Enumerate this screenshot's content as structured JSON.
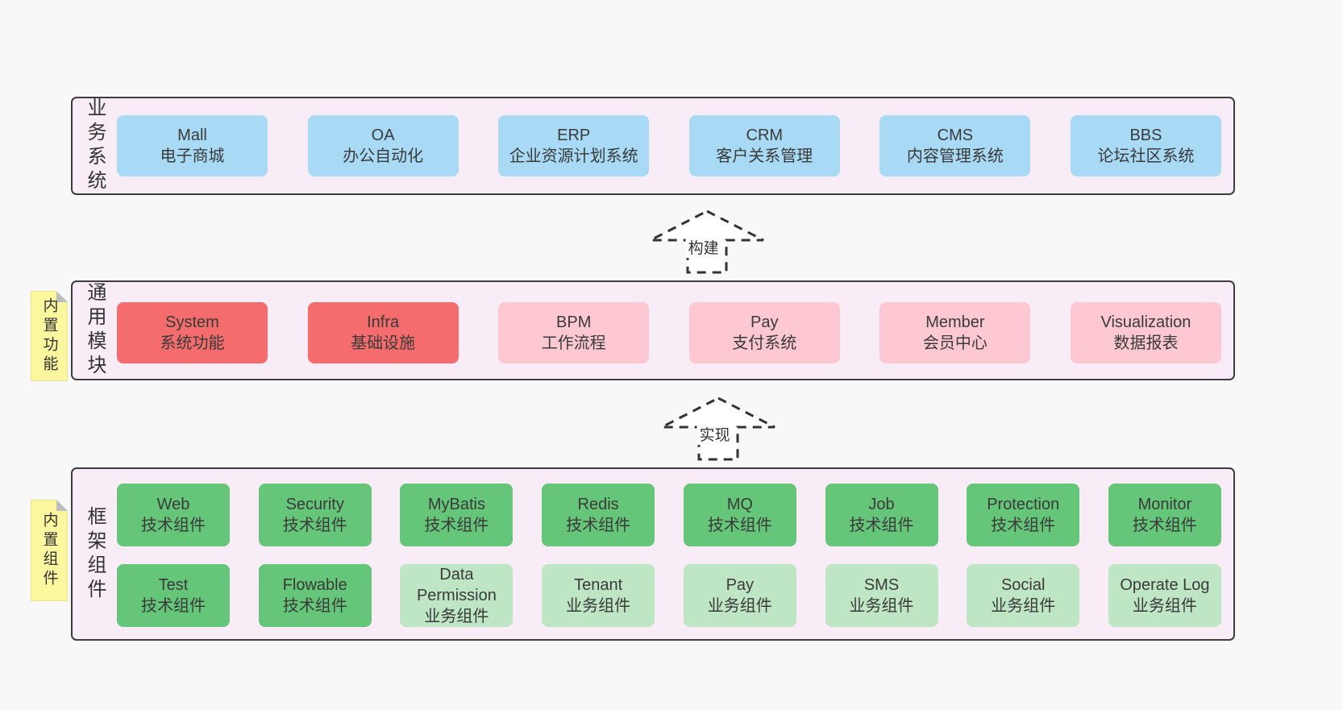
{
  "colors": {
    "page_bg": "#f8f8f8",
    "band_bg": "#f8edf6",
    "band_border": "#3d3d3d",
    "blue_box": "#a8daf6",
    "red_box": "#f56c6c",
    "pink_box": "#fdc8d2",
    "green_box": "#65c579",
    "green_light_box": "#bee6c5",
    "note_yellow": "#fbf79f",
    "text": "#3a3a3a"
  },
  "bands": [
    {
      "label": "业务系统",
      "boxes": [
        {
          "title": "Mall",
          "subtitle": "电子商城"
        },
        {
          "title": "OA",
          "subtitle": "办公自动化"
        },
        {
          "title": "ERP",
          "subtitle": "企业资源计划系统"
        },
        {
          "title": "CRM",
          "subtitle": "客户关系管理"
        },
        {
          "title": "CMS",
          "subtitle": "内容管理系统"
        },
        {
          "title": "BBS",
          "subtitle": "论坛社区系统"
        }
      ]
    },
    {
      "label": "通用模块",
      "note": "内置功能",
      "boxes": [
        {
          "title": "System",
          "subtitle": "系统功能"
        },
        {
          "title": "Infra",
          "subtitle": "基础设施"
        },
        {
          "title": "BPM",
          "subtitle": "工作流程"
        },
        {
          "title": "Pay",
          "subtitle": "支付系统"
        },
        {
          "title": "Member",
          "subtitle": "会员中心"
        },
        {
          "title": "Visualization",
          "subtitle": "数据报表"
        }
      ]
    },
    {
      "label": "框架组件",
      "note": "内置组件",
      "rows": [
        [
          {
            "title": "Web",
            "subtitle": "技术组件"
          },
          {
            "title": "Security",
            "subtitle": "技术组件"
          },
          {
            "title": "MyBatis",
            "subtitle": "技术组件"
          },
          {
            "title": "Redis",
            "subtitle": "技术组件"
          },
          {
            "title": "MQ",
            "subtitle": "技术组件"
          },
          {
            "title": "Job",
            "subtitle": "技术组件"
          },
          {
            "title": "Protection",
            "subtitle": "技术组件"
          },
          {
            "title": "Monitor",
            "subtitle": "技术组件"
          }
        ],
        [
          {
            "title": "Test",
            "subtitle": "技术组件"
          },
          {
            "title": "Flowable",
            "subtitle": "技术组件"
          },
          {
            "title": "Data Permission",
            "subtitle": "业务组件"
          },
          {
            "title": "Tenant",
            "subtitle": "业务组件"
          },
          {
            "title": "Pay",
            "subtitle": "业务组件"
          },
          {
            "title": "SMS",
            "subtitle": "业务组件"
          },
          {
            "title": "Social",
            "subtitle": "业务组件"
          },
          {
            "title": "Operate Log",
            "subtitle": "业务组件"
          }
        ]
      ]
    }
  ],
  "arrows": [
    {
      "label": "构建"
    },
    {
      "label": "实现"
    }
  ]
}
